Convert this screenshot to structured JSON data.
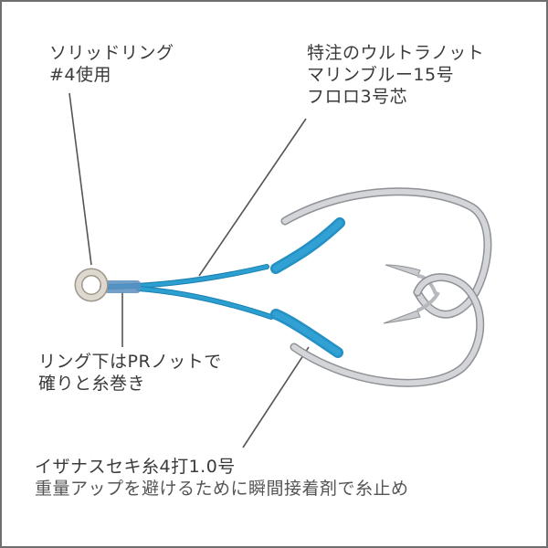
{
  "diagram": {
    "subject": "assist hook with solid ring and twin hooks",
    "colors": {
      "border": "#6e6e6e",
      "leader_line": "#555555",
      "braid": "#2a9fd0",
      "braid_dark": "#1b7fb0",
      "hook_metal": "#c9cbce",
      "hook_edge": "#8e9196",
      "ring": "#d8d2c8"
    },
    "callouts": {
      "ring": {
        "lines": [
          "ソリッドリング",
          "#4使用"
        ]
      },
      "knot_line": {
        "lines": [
          "特注のウルトラノット",
          "マリンブルー15号",
          "フロロ3号芯"
        ]
      },
      "pr_knot": {
        "lines": [
          "リング下はPRノットで",
          "確りと糸巻き"
        ]
      },
      "thread": {
        "lines": [
          "イザナスセキ糸4打1.0号",
          "重量アップを避けるために瞬間接着剤で糸止め"
        ]
      }
    }
  }
}
